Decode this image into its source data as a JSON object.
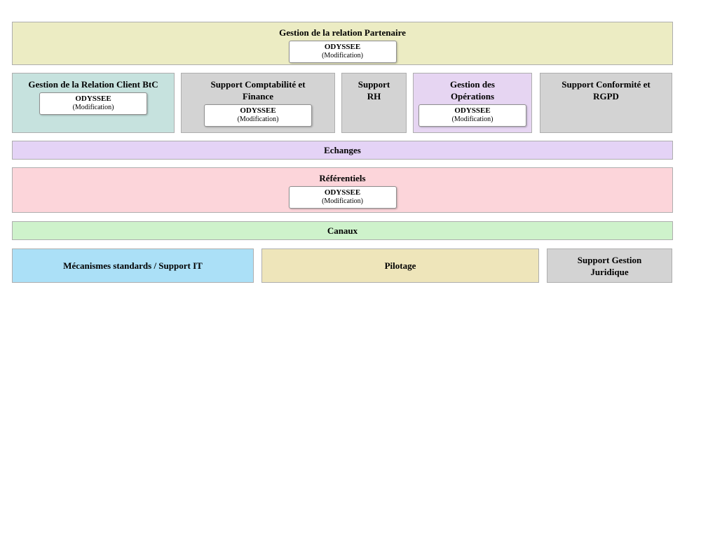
{
  "app_box": {
    "name": "ODYSSEE",
    "note": "(Modification)"
  },
  "blocks": {
    "partner": {
      "title": "Gestion de la relation Partenaire"
    },
    "client_btc": {
      "title": "Gestion de la Relation Client BtC"
    },
    "compta": {
      "title": "Support Comptabilité et Finance"
    },
    "rh": {
      "title": "Support RH"
    },
    "operations": {
      "title": "Gestion des Opérations"
    },
    "conformite": {
      "title": "Support Conformité et RGPD"
    },
    "echanges": {
      "title": "Echanges"
    },
    "referentiels": {
      "title": "Référentiels"
    },
    "canaux": {
      "title": "Canaux"
    },
    "mecanismes": {
      "title": "Mécanismes standards / Support IT"
    },
    "pilotage": {
      "title": "Pilotage"
    },
    "juridique": {
      "title": "Support Gestion Juridique"
    }
  },
  "colors": {
    "partner": "#ececc3",
    "client_btc": "#c6e2de",
    "compta": "#d3d3d3",
    "rh": "#d3d3d3",
    "operations": "#e6d5f2",
    "conformite": "#d3d3d3",
    "echanges": "#e4d3f6",
    "referentiels": "#fcd5da",
    "canaux": "#cef2cb",
    "mecanismes": "#abe0f7",
    "pilotage": "#eee5ba",
    "juridique": "#d3d3d3"
  }
}
